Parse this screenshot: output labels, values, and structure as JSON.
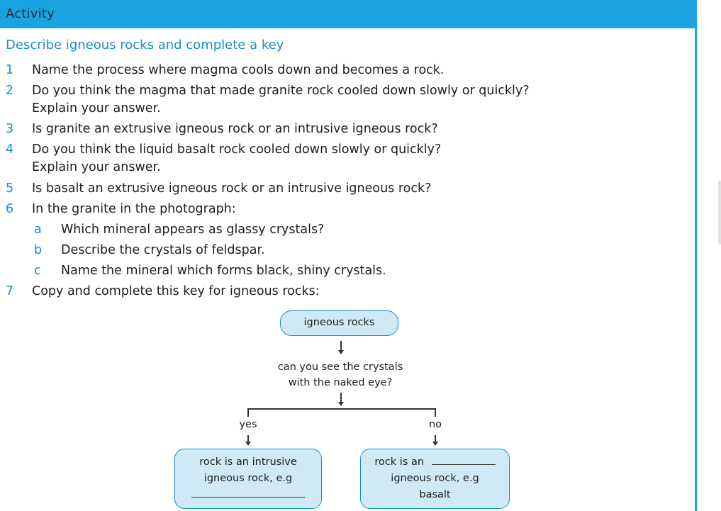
{
  "header": {
    "title": "Activity"
  },
  "subtitle": "Describe igneous rocks and complete a key",
  "questions": [
    {
      "num": "1",
      "lines": [
        "Name the process where magma cools down and becomes a rock."
      ]
    },
    {
      "num": "2",
      "lines": [
        "Do you think the magma that made granite rock cooled down slowly or quickly?",
        "Explain your answer."
      ]
    },
    {
      "num": "3",
      "lines": [
        "Is granite an extrusive igneous rock or an intrusive igneous rock?"
      ]
    },
    {
      "num": "4",
      "lines": [
        "Do you think the liquid basalt rock cooled down slowly or quickly?",
        "Explain your answer."
      ]
    },
    {
      "num": "5",
      "lines": [
        "Is basalt an extrusive igneous rock or an intrusive igneous rock?"
      ]
    },
    {
      "num": "6",
      "lines": [
        "In the granite in the photograph:"
      ]
    },
    {
      "num": "7",
      "lines": [
        "Copy and complete this key for igneous rocks:"
      ]
    }
  ],
  "subquestions": [
    {
      "letter": "a",
      "text": "Which mineral appears as glassy crystals?"
    },
    {
      "letter": "b",
      "text": "Describe the crystals of feldspar."
    },
    {
      "letter": "c",
      "text": "Name the mineral which forms black, shiny crystals."
    }
  ],
  "key": {
    "top": "igneous rocks",
    "question_line1": "can you see the crystals",
    "question_line2": "with the naked eye?",
    "yes": "yes",
    "no": "no",
    "left_line1": "rock is an intrusive",
    "left_line2": "igneous rock, e.g",
    "right_line1": "rock is an",
    "right_line2": "igneous rock, e.g",
    "right_line3": "basalt"
  },
  "colors": {
    "header_bar": "#1aa3de",
    "accent_text": "#1a8fc9",
    "box_fill": "#cfe9f7"
  }
}
